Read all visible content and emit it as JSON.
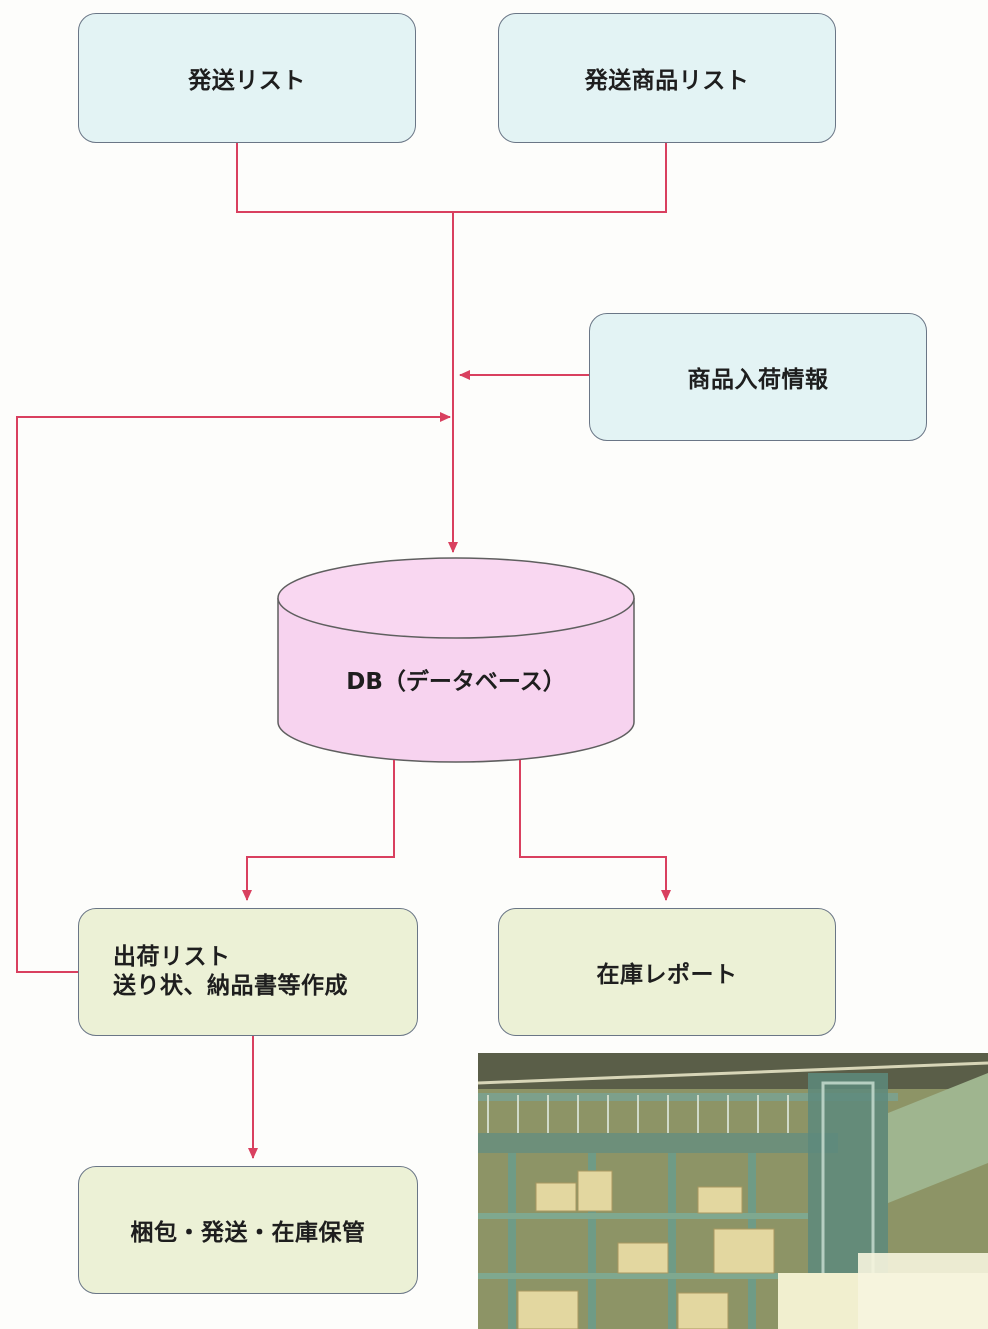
{
  "nodes": {
    "shipping_list": "発送リスト",
    "shipping_items_list": "発送商品リスト",
    "arrival_info": "商品入荷情報",
    "database": "DB（データベース）",
    "outbound_line1": "出荷リスト",
    "outbound_line2": "送り状、納品書等作成",
    "inventory_report": "在庫レポート",
    "packing": "梱包・発送・在庫保管"
  },
  "colors": {
    "line": "#d9405f",
    "input_box": "#e3f3f4",
    "output_box": "#ecf1d6",
    "database": "#f7d3ef",
    "border": "#6a7686"
  }
}
